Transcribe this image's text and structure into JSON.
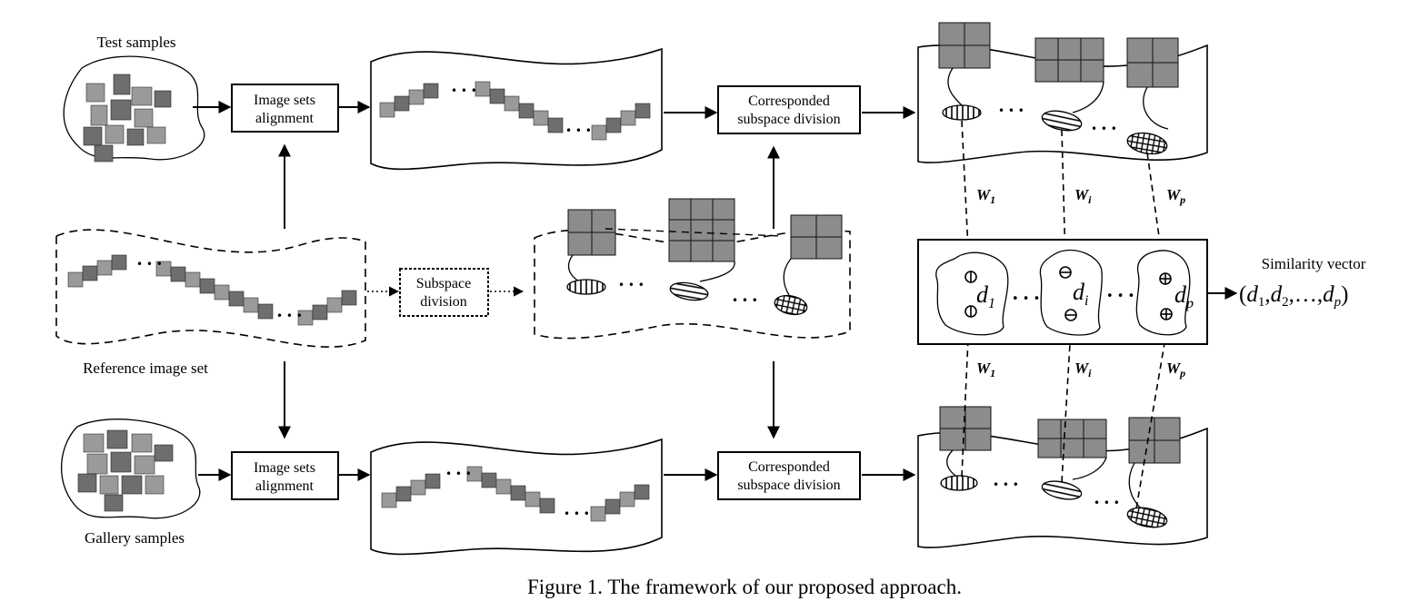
{
  "labels": {
    "test_samples": "Test samples",
    "reference_image_set": "Reference image set",
    "gallery_samples": "Gallery samples",
    "alignment_top_line1": "Image sets",
    "alignment_top_line2": "alignment",
    "alignment_bottom_line1": "Image sets",
    "alignment_bottom_line2": "alignment",
    "subspace_division_line1": "Subspace",
    "subspace_division_line2": "division",
    "corresponded_top_line1": "Corresponded",
    "corresponded_top_line2": "subspace division",
    "corresponded_bottom_line1": "Corresponded",
    "corresponded_bottom_line2": "subspace division",
    "similarity_vector": "Similarity vector",
    "caption": "Figure 1. The framework of our proposed approach."
  },
  "weights": {
    "w1_top": "W",
    "w1_top_sub": "1",
    "wi_top": "W",
    "wi_top_sub": "i",
    "wp_top": "W",
    "wp_top_sub": "p",
    "w1_bottom": "W",
    "w1_bottom_sub": "1",
    "wi_bottom": "W",
    "wi_bottom_sub": "i",
    "wp_bottom": "W",
    "wp_bottom_sub": "p"
  },
  "distances": {
    "d1": "d",
    "d1_sub": "1",
    "di": "d",
    "di_sub": "i",
    "dp": "d",
    "dp_sub": "p",
    "vector_open": "(",
    "vector_d": "d",
    "vector_sub1": "1",
    "vector_comma1": ",",
    "vector_sub2": "2",
    "vector_ellipsis": ",…,",
    "vector_subp": "p",
    "vector_close": ")"
  },
  "ellipsis": "• • •"
}
